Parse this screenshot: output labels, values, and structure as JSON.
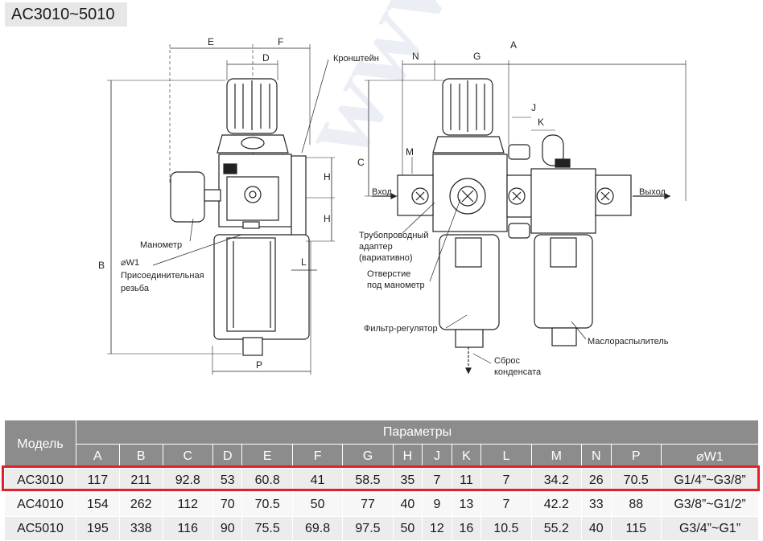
{
  "title": "AC3010~5010",
  "watermark": "www.hs",
  "callouts": {
    "bracket": "Кронштейн",
    "gauge": "Манометр",
    "w1": "⌀W1",
    "connect_thread_1": "Присоединительная",
    "connect_thread_2": "резьба",
    "inlet": "Вход",
    "outlet": "Выход",
    "adapter_1": "Трубопроводный",
    "adapter_2": "адаптер",
    "adapter_3": "(вариативно)",
    "gauge_port_1": "Отверстие",
    "gauge_port_2": "под манометр",
    "filter_regulator": "Фильтр-регулятор",
    "drain_1": "Сброс",
    "drain_2": "конденсата",
    "lubricator": "Маслораспылитель"
  },
  "dims": {
    "A": "A",
    "B": "B",
    "C": "C",
    "D": "D",
    "E": "E",
    "F": "F",
    "G": "G",
    "H": "H",
    "J": "J",
    "K": "K",
    "L": "L",
    "M": "M",
    "N": "N",
    "P": "P"
  },
  "table": {
    "model_header": "Модель",
    "params_header": "Параметры",
    "columns": [
      "A",
      "B",
      "C",
      "D",
      "E",
      "F",
      "G",
      "H",
      "J",
      "K",
      "L",
      "M",
      "N",
      "P",
      "⌀W1"
    ],
    "rows": [
      {
        "model": "AC3010",
        "values": [
          "117",
          "211",
          "92.8",
          "53",
          "60.8",
          "41",
          "58.5",
          "35",
          "7",
          "11",
          "7",
          "34.2",
          "26",
          "70.5",
          "G1/4”~G3/8”"
        ]
      },
      {
        "model": "AC4010",
        "values": [
          "154",
          "262",
          "112",
          "70",
          "70.5",
          "50",
          "77",
          "40",
          "9",
          "13",
          "7",
          "42.2",
          "33",
          "88",
          "G3/8”~G1/2”"
        ]
      },
      {
        "model": "AC5010",
        "values": [
          "195",
          "338",
          "116",
          "90",
          "75.5",
          "69.8",
          "97.5",
          "50",
          "12",
          "16",
          "10.5",
          "55.2",
          "40",
          "115",
          "G3/4”~G1”"
        ]
      }
    ]
  },
  "colors": {
    "header_bg": "#8c8c8c",
    "highlight": "#e3202a",
    "row_bg": "#ececec"
  }
}
